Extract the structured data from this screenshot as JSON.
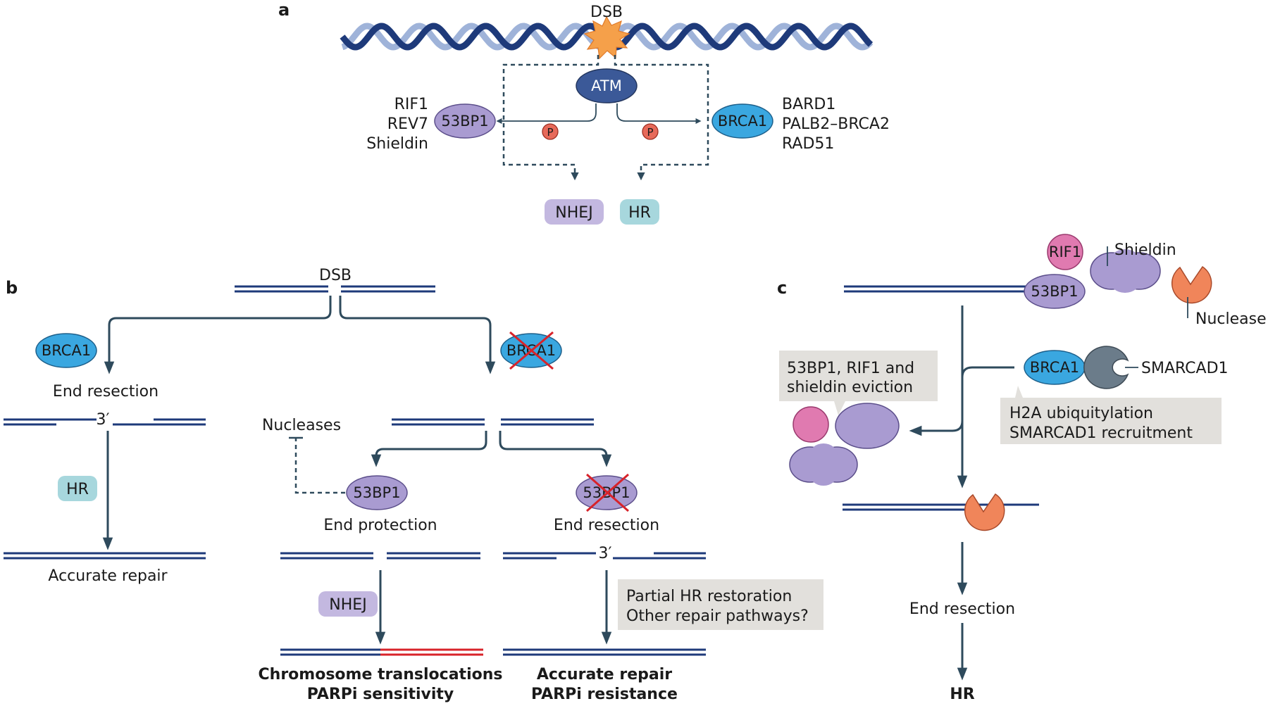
{
  "panel_a": {
    "letter": "a",
    "dsb": "DSB",
    "atm": "ATM",
    "p_left": "P",
    "p_right": "P",
    "bp53": "53BP1",
    "brca1": "BRCA1",
    "left_factors": [
      "RIF1",
      "REV7",
      "Shieldin"
    ],
    "right_factors": [
      "BARD1",
      "PALB2–BRCA2",
      "RAD51"
    ],
    "nhej": "NHEJ",
    "hr": "HR"
  },
  "panel_b": {
    "letter": "b",
    "dsb": "DSB",
    "brca1": "BRCA1",
    "brca1_lost": "BRCA1",
    "end_resection_left": "End resection",
    "three_prime_left": "3′",
    "hr": "HR",
    "accurate_repair_left": "Accurate repair",
    "nucleases": "Nucleases",
    "bp53": "53BP1",
    "bp53_lost": "53BP1",
    "end_protection": "End protection",
    "end_resection_right": "End resection",
    "three_prime_right": "3′",
    "nhej": "NHEJ",
    "note": [
      "Partial HR restoration",
      "Other repair pathways?"
    ],
    "outcome_left": [
      "Chromosome translocations",
      "PARPi sensitivity"
    ],
    "outcome_right": [
      "Accurate repair",
      "PARPi resistance"
    ]
  },
  "panel_c": {
    "letter": "c",
    "rif1": "RIF1",
    "shieldin": "Shieldin",
    "bp53": "53BP1",
    "nuclease": "Nuclease",
    "brca1": "BRCA1",
    "smarcad1": "SMARCAD1",
    "eviction": [
      "53BP1, RIF1 and",
      "shieldin eviction"
    ],
    "ubiq": [
      "H2A ubiquitylation",
      "SMARCAD1 recruitment"
    ],
    "end_resection": "End resection",
    "hr": "HR"
  },
  "colors": {
    "dna_strand": "#1e3a7a",
    "helix_light": "#9fb3d9",
    "atm": "#3b5998",
    "bp53": "#a99bd1",
    "brca1": "#3aa7e0",
    "rif1": "#e07ab0",
    "nuclease": "#f0855a",
    "smarcad1": "#6b7c8a",
    "nhej_box": "#c3b8e0",
    "hr_box": "#a7d7dd",
    "note_box": "#e2e0dc",
    "translocation": "#d8232a",
    "cross": "#d8232a"
  }
}
